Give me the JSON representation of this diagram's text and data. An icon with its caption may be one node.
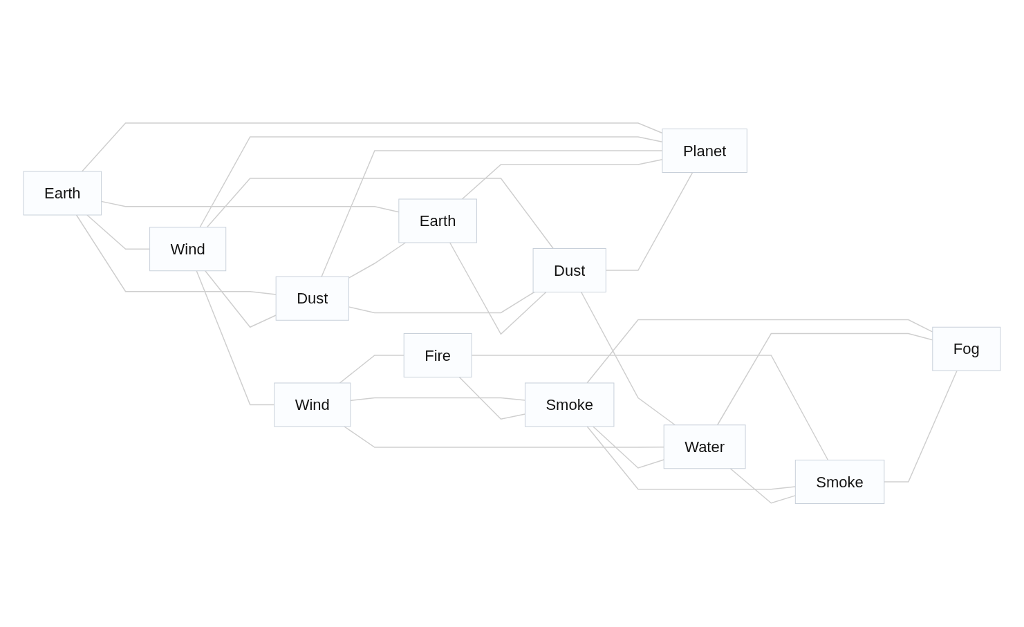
{
  "diagram": {
    "nodes": [
      {
        "text": [
          "Earth"
        ]
      },
      {
        "text": [
          "Wind"
        ]
      },
      {
        "text": [
          "Dust"
        ]
      },
      {
        "text": [
          "Earth"
        ]
      },
      {
        "text": [
          "Dust"
        ]
      },
      {
        "text": [
          "Planet"
        ]
      },
      {
        "text": [
          "Wind"
        ]
      },
      {
        "text": [
          "Fire"
        ]
      },
      {
        "text": [
          "Smoke"
        ]
      },
      {
        "text": [
          "Water"
        ]
      },
      {
        "text": [
          "Smoke"
        ]
      },
      {
        "text": [
          "Fog"
        ]
      }
    ],
    "edges": [
      {
        "from": 0,
        "to": 1,
        "arrow": "none"
      },
      {
        "from": 0,
        "to": 2,
        "arrow": "none"
      },
      {
        "from": 1,
        "to": 2,
        "arrow": "none"
      },
      {
        "from": 0,
        "to": 3,
        "arrow": "none"
      },
      {
        "from": 0,
        "to": 5,
        "arrow": "none"
      },
      {
        "from": 1,
        "to": 4,
        "arrow": "none"
      },
      {
        "from": 1,
        "to": 5,
        "arrow": "none"
      },
      {
        "from": 2,
        "to": 3,
        "arrow": "none"
      },
      {
        "from": 2,
        "to": 4,
        "arrow": "none"
      },
      {
        "from": 2,
        "to": 5,
        "arrow": "none"
      },
      {
        "from": 3,
        "to": 4,
        "arrow": "none"
      },
      {
        "from": 3,
        "to": 5,
        "arrow": "none"
      },
      {
        "from": 4,
        "to": 5,
        "arrow": "none"
      },
      {
        "from": 1,
        "to": 6,
        "arrow": "none"
      },
      {
        "from": 4,
        "to": 9,
        "arrow": "none"
      },
      {
        "from": 6,
        "to": 7,
        "arrow": "none"
      },
      {
        "from": 6,
        "to": 8,
        "arrow": "none"
      },
      {
        "from": 7,
        "to": 8,
        "arrow": "none"
      },
      {
        "from": 6,
        "to": 9,
        "arrow": "none"
      },
      {
        "from": 7,
        "to": 10,
        "arrow": "none"
      },
      {
        "from": 8,
        "to": 9,
        "arrow": "none"
      },
      {
        "from": 8,
        "to": 10,
        "arrow": "none"
      },
      {
        "from": 8,
        "to": 11,
        "arrow": "none"
      },
      {
        "from": 9,
        "to": 10,
        "arrow": "none"
      },
      {
        "from": 9,
        "to": 11,
        "arrow": "none"
      },
      {
        "from": 10,
        "to": 11,
        "arrow": "none"
      }
    ]
  }
}
